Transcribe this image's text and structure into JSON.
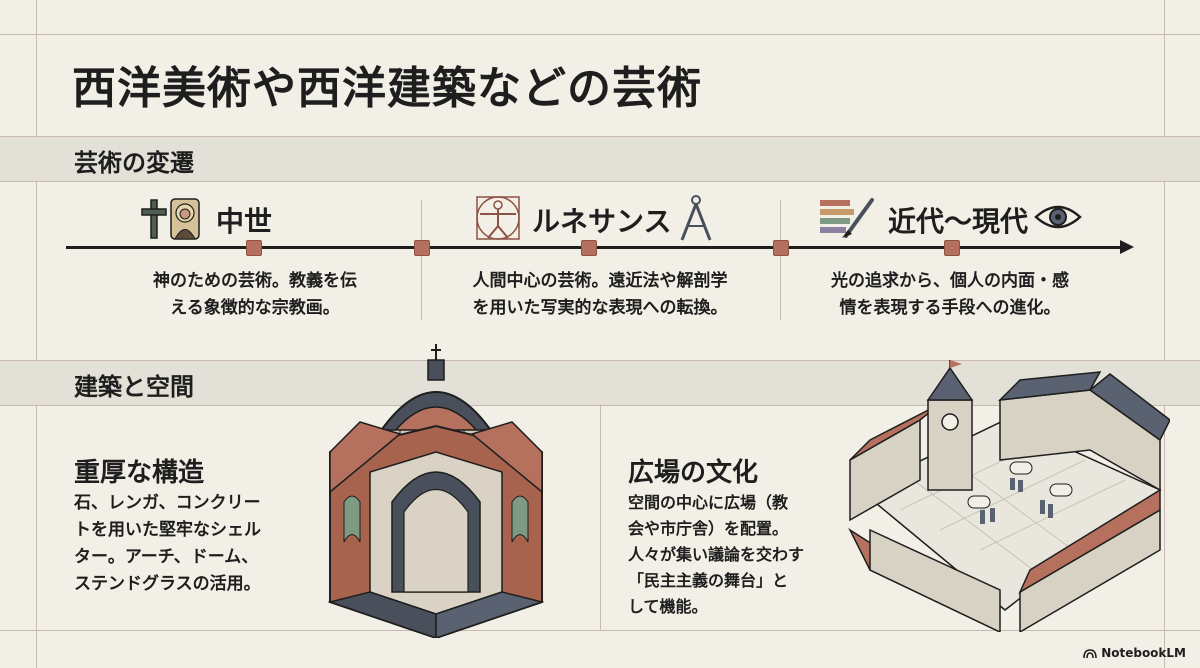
{
  "title": "西洋美術や西洋建築などの芸術",
  "section_art": {
    "label": "芸術の変遷"
  },
  "timeline": [
    {
      "label": "中世",
      "desc_line1": "神のための芸術。教義を伝",
      "desc_line2": "える象徴的な宗教画。"
    },
    {
      "label": "ルネサンス",
      "desc_line1": "人間中心の芸術。遠近法や解剖学",
      "desc_line2": "を用いた写実的な表現への転換。"
    },
    {
      "label": "近代〜現代",
      "desc_line1": "光の追求から、個人の内面・感",
      "desc_line2": "情を表現する手段への進化。"
    }
  ],
  "section_arch": {
    "label": "建築と空間"
  },
  "structure": {
    "title": "重厚な構造",
    "lines": [
      "石、レンガ、コンクリー",
      "トを用いた堅牢なシェル",
      "ター。アーチ、ドーム、",
      "ステンドグラスの活用。"
    ]
  },
  "plaza": {
    "title": "広場の文化",
    "lines": [
      "空間の中心に広場（教",
      "会や市庁舎）を配置。",
      "人々が集い議論を交わす",
      "「民主主義の舞台」と",
      "して機能。"
    ]
  },
  "brand": "NotebookLM",
  "colors": {
    "accent": "#b5705e",
    "ink": "#1e1e1e",
    "band": "#e3e0d8",
    "background": "#f2efe6",
    "slate": "#4a4f5c"
  },
  "icons": [
    "cross-icon",
    "saint-portrait-icon",
    "vitruvian-man-icon",
    "compass-icon",
    "paint-brush-icon",
    "eye-icon",
    "cathedral-illustration",
    "town-plaza-illustration"
  ]
}
